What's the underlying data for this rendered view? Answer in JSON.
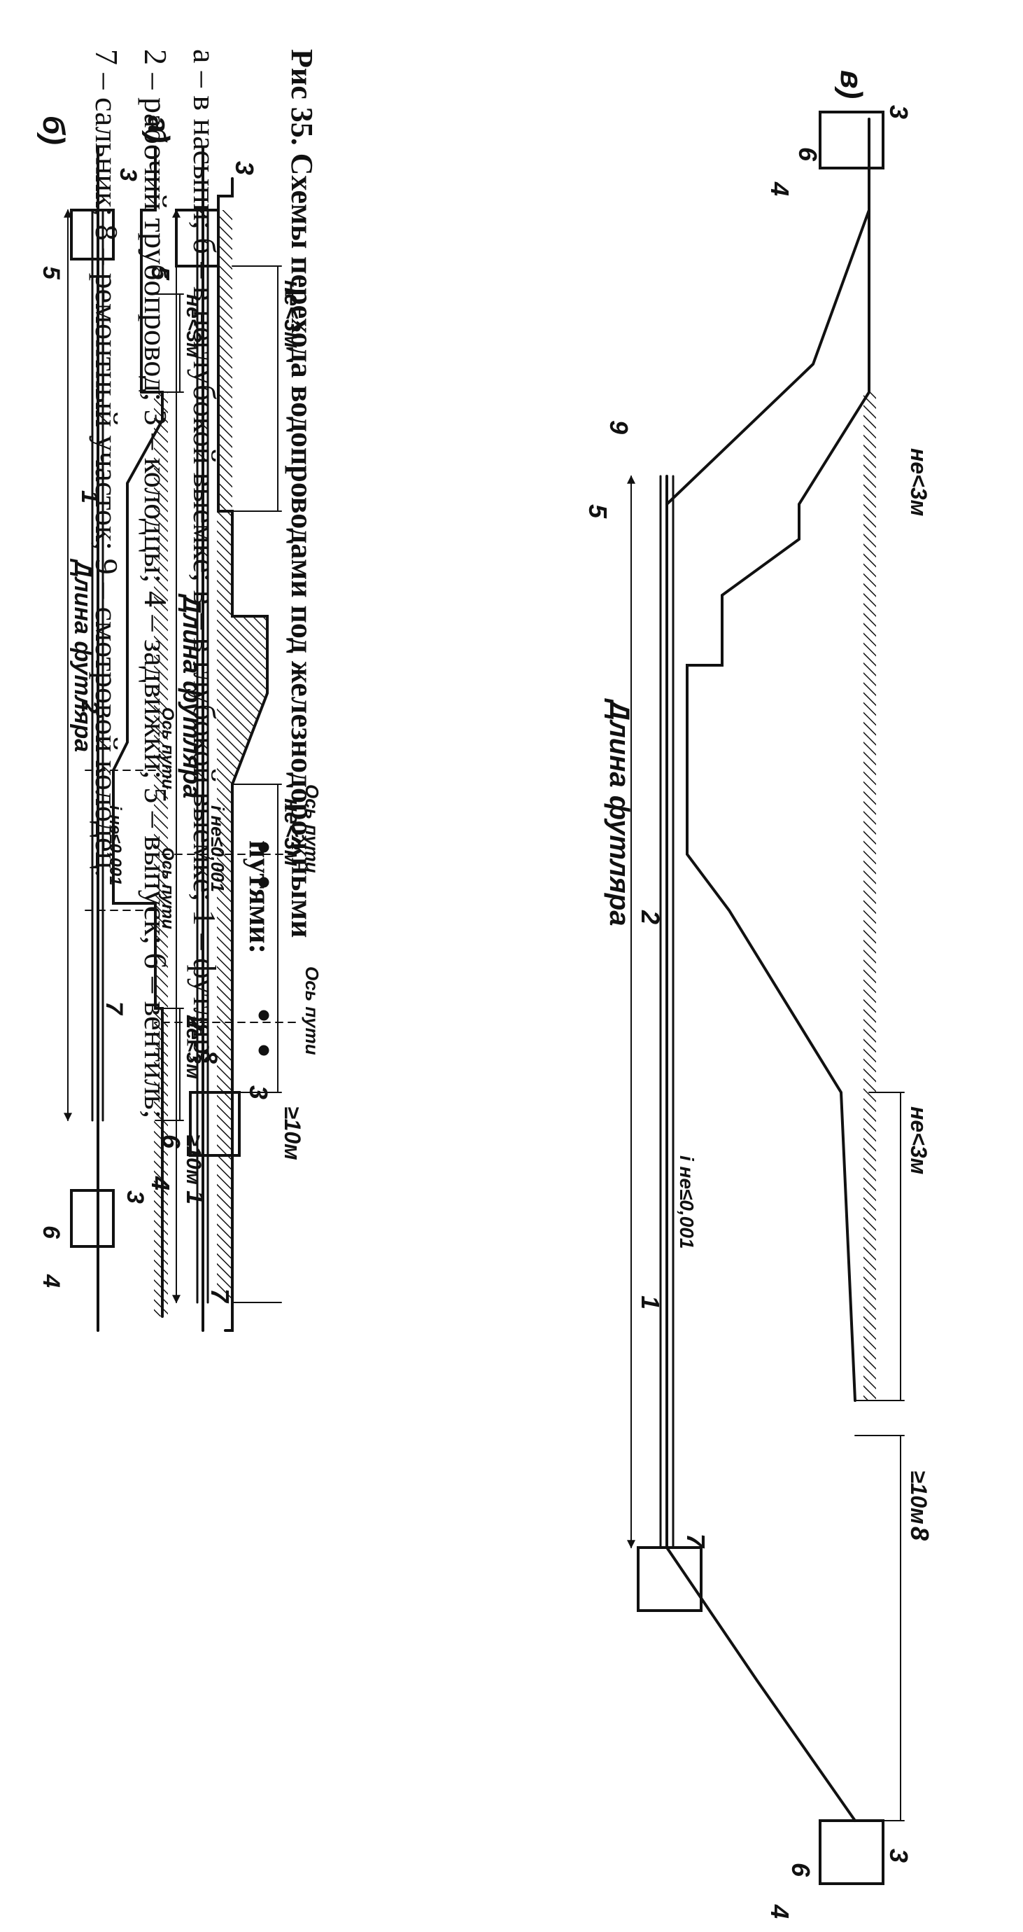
{
  "caption": {
    "title_line1": "Рис 35. Схемы перехода водопроводами под железнодорожными",
    "title_line2": "путями:",
    "legend_line1": "а – в насыпи; б – в неглубокой выемке; в – в глубокой выемке; 1 – футляр;",
    "legend_line2": "2 – рабочий трубопровод; 3 – колодцы; 4 – задвижки; 5 – выпуск; 6 – вентиль;",
    "legend_line3": "7 – сальник; 8 – ремонтный участок; 9 – смотровой колодец."
  },
  "schemes": [
    {
      "id": "a",
      "label": "а)",
      "annotations": {
        "min3_left": "не<3м",
        "min3_right": "не<3м",
        "min10": "≥10м",
        "slope": "i не≤0,001",
        "track_axis_1": "Ось пути",
        "track_axis_2": "Ось пути",
        "casing_length": "Длина футляра"
      },
      "numbers": [
        "3",
        "7",
        "5",
        "2",
        "1",
        "7",
        "3",
        "6",
        "4"
      ]
    },
    {
      "id": "b",
      "label": "б)",
      "annotations": {
        "min3_left": "не<3м",
        "min3_right": "не<3м",
        "min10": "≥10м",
        "slope": "i не≤0,001",
        "track_axis_1": "Ось пути",
        "track_axis_2": "Ось пути",
        "casing_length": "Длина футляра"
      },
      "numbers": [
        "3",
        "5",
        "1",
        "2",
        "7",
        "8",
        "3",
        "6",
        "4"
      ]
    },
    {
      "id": "v",
      "label": "в)",
      "annotations": {
        "min3_left": "не<3м",
        "min3_right": "не<3м",
        "min10": "≥10м",
        "slope": "i не≤0,001",
        "casing_length": "Длина футляра"
      },
      "numbers": [
        "3",
        "6",
        "4",
        "9",
        "5",
        "2",
        "1",
        "7",
        "8",
        "3",
        "6",
        "4"
      ]
    }
  ]
}
